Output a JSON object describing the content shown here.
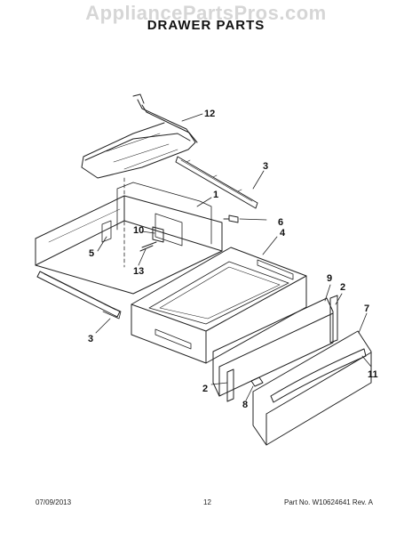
{
  "header": {
    "watermark": "AppliancePartsPros.com",
    "title": "DRAWER PARTS"
  },
  "callouts": {
    "c1": "1",
    "c2a": "2",
    "c2b": "2",
    "c3a": "3",
    "c3b": "3",
    "c4": "4",
    "c5": "5",
    "c6": "6",
    "c7": "7",
    "c8": "8",
    "c9": "9",
    "c10": "10",
    "c11": "11",
    "c12": "12",
    "c13": "13"
  },
  "footer": {
    "date": "07/09/2013",
    "page": "12",
    "part_rev": "Part No. W10624641  Rev. A"
  }
}
